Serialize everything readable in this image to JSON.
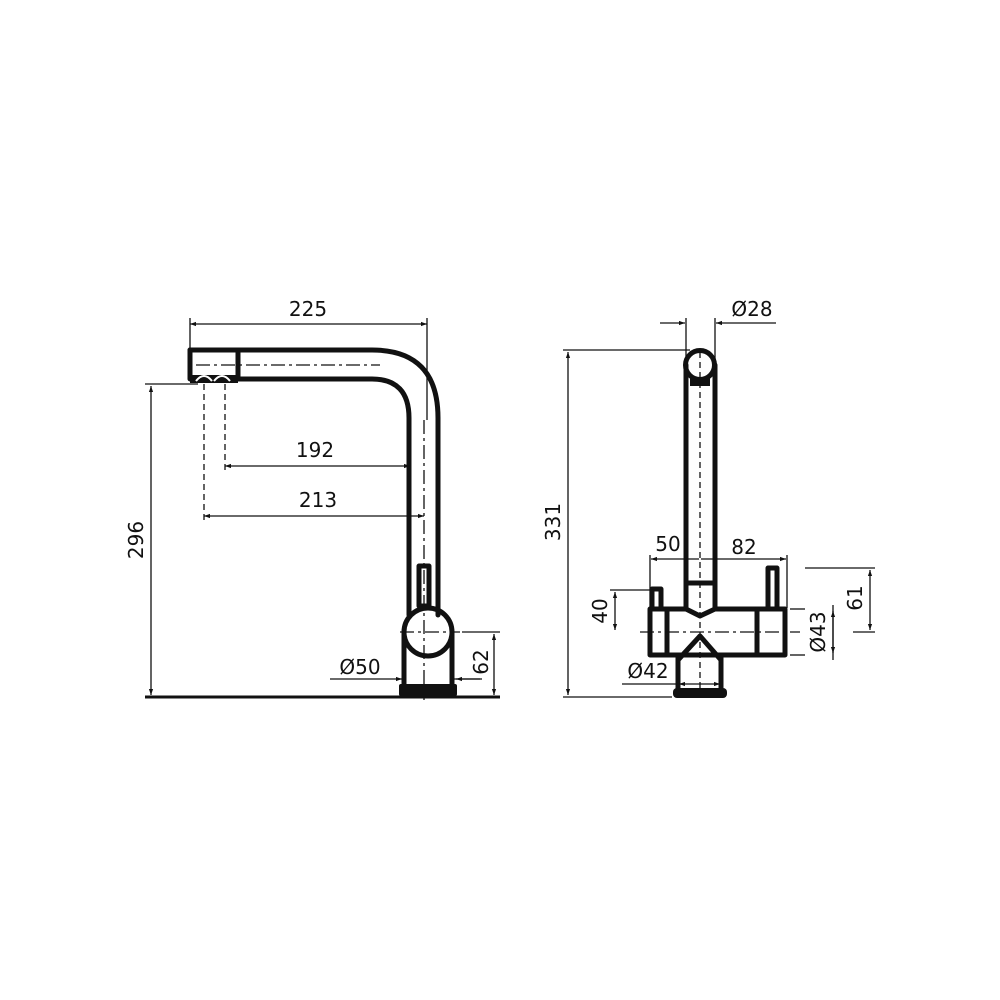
{
  "side_view": {
    "dimensions": {
      "spout_reach_total": "225",
      "aerator_center_to_body_a": "192",
      "aerator_center_to_body_b": "213",
      "total_height": "296",
      "body_diameter": "Ø50",
      "body_center_height": "62"
    }
  },
  "front_view": {
    "dimensions": {
      "spout_diameter": "Ø28",
      "total_height": "331",
      "left_handle_offset": "50",
      "right_handle_offset": "82",
      "left_handle_height": "40",
      "body_diameter": "Ø43",
      "right_handle_height": "61",
      "base_diameter": "Ø42"
    }
  }
}
